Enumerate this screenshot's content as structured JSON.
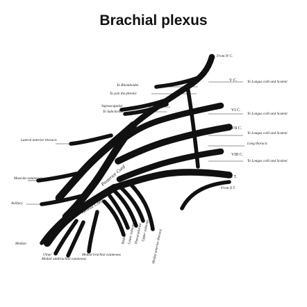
{
  "title": "Brachial plexus",
  "colors": {
    "nerve": "#ecec7c",
    "outline": "#111111",
    "text": "#111111"
  },
  "labels": {
    "from_ivc": "From IV C.",
    "vc": "V C.",
    "vic": "VI C.",
    "viic": "VII C.",
    "viiic": "VIII C.",
    "it": "I T.",
    "from_iit": "From II T.",
    "to_rhomboidei": "To Rhomboidei",
    "to_join_phrenic": "To join the phrenic",
    "suprascapular": "Suprascapular",
    "to_subclavius": "To Subclavius",
    "to_longus_1": "To Longus colli and Scaleni",
    "to_longus_2": "To Longus colli and Scaleni",
    "to_longus_3": "To Longus colli and Scaleni",
    "to_longus_4": "To Longus colli and Scaleni",
    "long_thoracic": "Long thoracic",
    "lateral_anterior_thoracic": "Lateral anterior thoracic",
    "musculocutaneous": "Musculo-cutaneous",
    "axillary": "Axillary",
    "median": "Median",
    "ulnar": "Ulnar",
    "medial_antibrachial": "Medial antibrachial cutaneous",
    "medial_brachial": "Medial brachial cutaneous",
    "radial": "Radial",
    "lower_subscap": "Lower subscap.",
    "thoracodorsal": "Thoracodorsal",
    "upper_subscap": "Upper subscap.",
    "medial_anterior_thoracic": "Medial anterior thoracic",
    "lateral_cord": "Lateral Cord",
    "posterior_cord": "Posterior Cord",
    "medial_cord": "Medial Cord"
  }
}
